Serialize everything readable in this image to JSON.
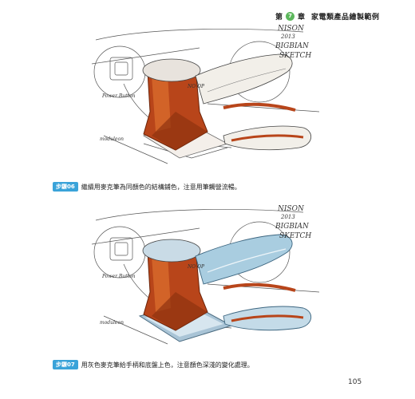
{
  "header": {
    "chapter_prefix": "第",
    "chapter_number": "7",
    "chapter_suffix": "章",
    "chapter_title": "家電類產品繪製範例"
  },
  "sketch_labels": {
    "signature_line1": "NISON",
    "signature_line2": "2013",
    "signature_line3": "BIGBIAN",
    "signature_line4": "SKETCH",
    "label_no_op": "NO OP",
    "label_power_button": "Power Button",
    "label_moduleon": "moduleon"
  },
  "steps": [
    {
      "tag": "步驟06",
      "text": "繼續用麥克筆為同顏色的結構鋪色，注意用筆觸營流暢。"
    },
    {
      "tag": "步驟07",
      "text": "用灰色麥克筆給手柄和底盤上色，注意顏色深淺的變化處理。"
    }
  ],
  "page_number": "105",
  "colors": {
    "accent_green": "#5cb85c",
    "step_tag": "#3aa3d9",
    "body_orange": "#b8451a",
    "handle_blue": "#a9cde0"
  }
}
